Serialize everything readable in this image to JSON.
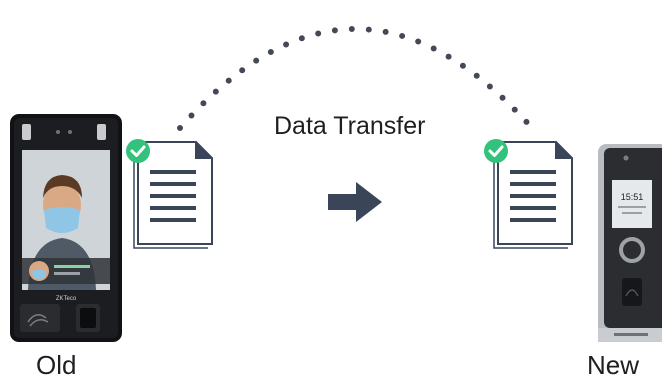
{
  "diagram": {
    "transfer_label": "Data Transfer",
    "old_label": "Old",
    "new_label": "New",
    "old_device": {
      "brand_text": "ZKTeco",
      "icon": "face-recognition-terminal-icon"
    },
    "new_device": {
      "clock_text": "15:51",
      "icon": "fingerprint-terminal-icon"
    },
    "colors": {
      "check_badge": "#33c17c",
      "arrow": "#3a4658",
      "document_border": "#3a4658",
      "dotted_arc": "#444a55"
    }
  }
}
